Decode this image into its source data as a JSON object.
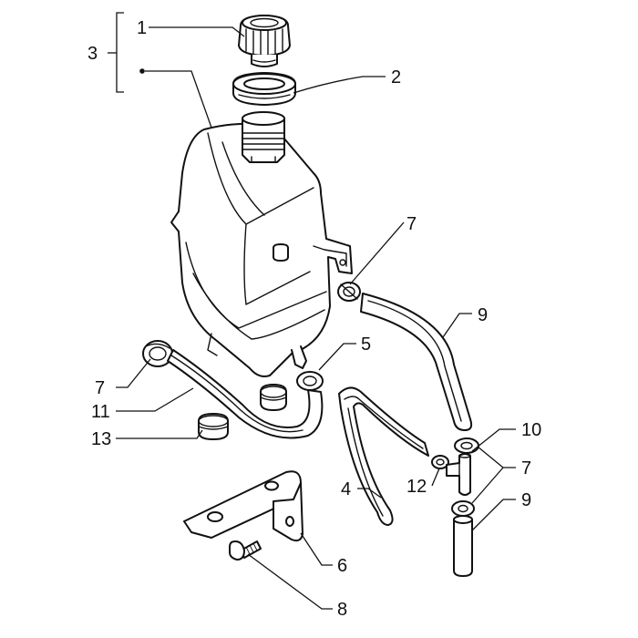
{
  "diagram": {
    "callouts": {
      "c1": "1",
      "c2": "2",
      "c3": "3",
      "c4": "4",
      "c5": "5",
      "c6": "6",
      "c7a": "7",
      "c7b": "7",
      "c7c": "7",
      "c8": "8",
      "c9a": "9",
      "c9b": "9",
      "c10": "10",
      "c11": "11",
      "c12": "12",
      "c13": "13"
    },
    "line_color": "#111111",
    "background": "#ffffff"
  }
}
